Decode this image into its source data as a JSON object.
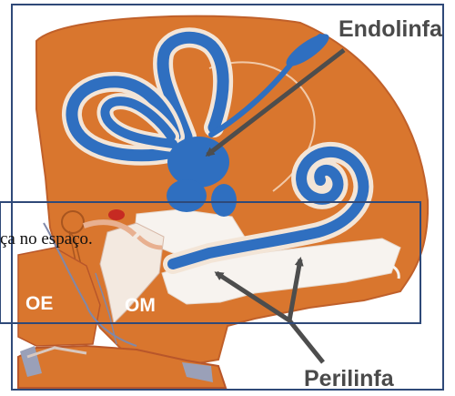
{
  "diagram": {
    "labels": {
      "endolinfa": "Endolinfa",
      "perilinfa": "Perilinfa",
      "oe": "OE",
      "om": "OM"
    },
    "overlay_text": "ça no espaço.",
    "colors": {
      "tissue": "#d9762e",
      "endolymph": "#2f6fc0",
      "perilymph": "#f7f3ef",
      "frame": "#2f4978",
      "arrow": "#4d4d4d",
      "bone_pink": "#e0a090"
    }
  }
}
